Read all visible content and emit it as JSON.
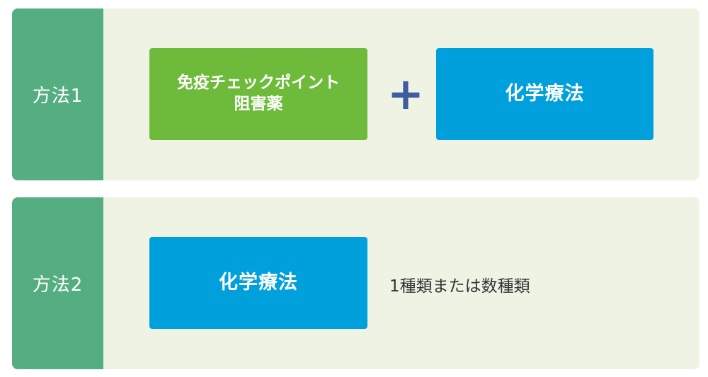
{
  "methods": [
    {
      "label": "方法1",
      "green_box": {
        "line1": "免疫チェックポイント",
        "line2": "阻害薬"
      },
      "plus": "+",
      "blue_box": "化学療法"
    },
    {
      "label": "方法2",
      "blue_box": "化学療法",
      "note": "1種類または数種類"
    }
  ],
  "colors": {
    "row_background": "#eef3e4",
    "label_background": "#55ae82",
    "green_box": "#6ebb3b",
    "blue_box": "#00a0dc",
    "plus": "#3f5c9f",
    "note_text": "#333333"
  }
}
